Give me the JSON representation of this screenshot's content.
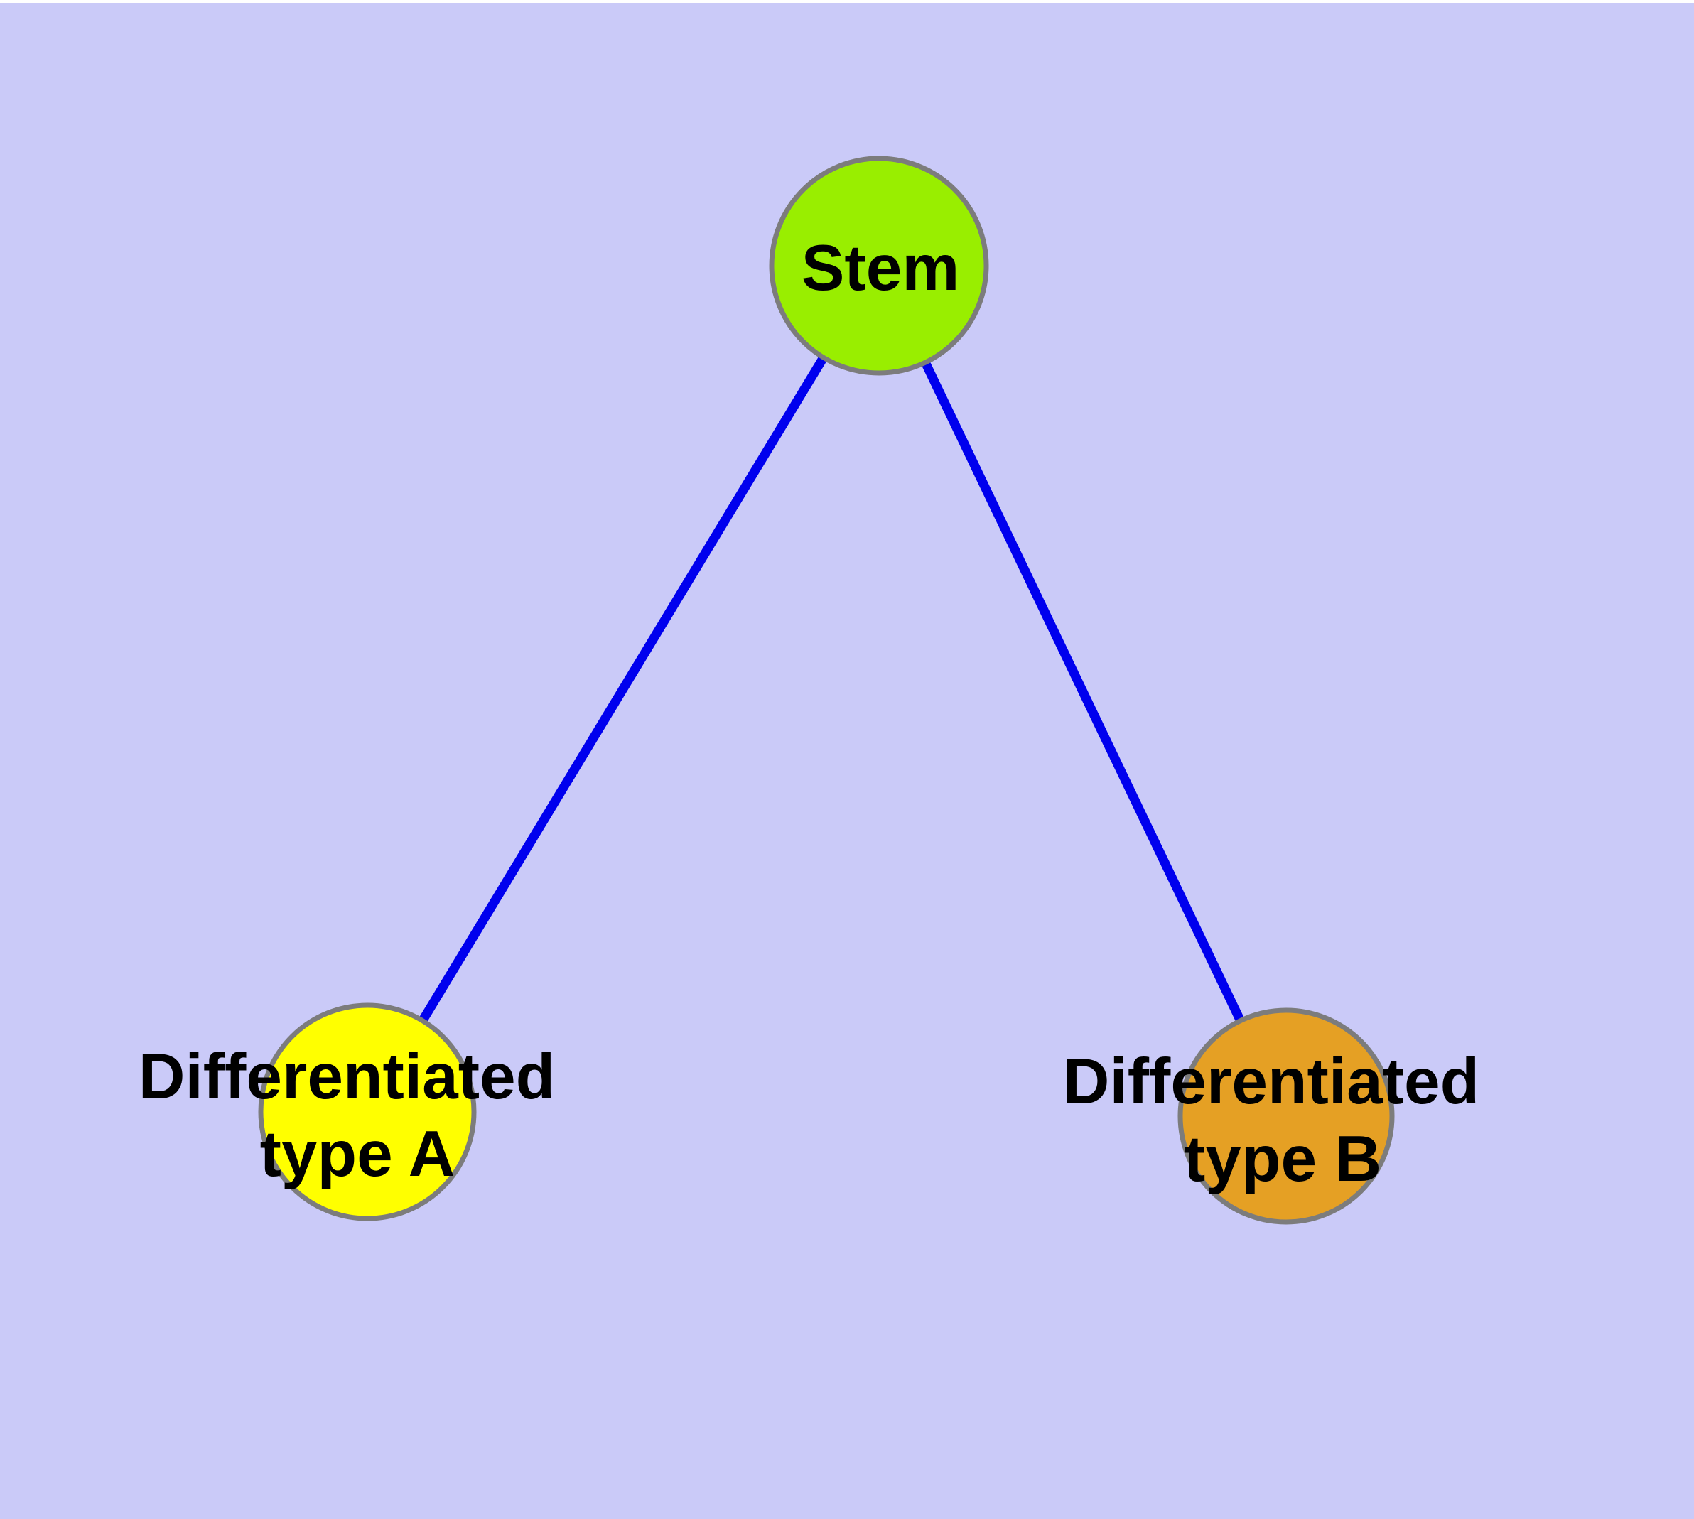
{
  "diagram": {
    "type": "graph",
    "colors": {
      "background": "#CACAF8",
      "top_strip": "#FFFFFF",
      "edge": "#0000EE",
      "node_border": "#7C7C7C",
      "label": "#000000",
      "stem_fill": "#99EE00",
      "type_a_fill": "#FFFF00",
      "type_b_fill": "#E5A024"
    },
    "nodes": [
      {
        "id": "stem",
        "label": "Stem",
        "fill": "#99EE00"
      },
      {
        "id": "type_a",
        "label": "Differentiated type A",
        "label_lines": [
          "Differentiated",
          "type A"
        ],
        "fill": "#FFFF00"
      },
      {
        "id": "type_b",
        "label": "Differentiated type B",
        "label_lines": [
          "Differentiated",
          "type B"
        ],
        "fill": "#E5A024"
      }
    ],
    "edges": [
      {
        "from": "Stem",
        "to": "Differentiated type A"
      },
      {
        "from": "Stem",
        "to": "Differentiated type B"
      }
    ]
  }
}
